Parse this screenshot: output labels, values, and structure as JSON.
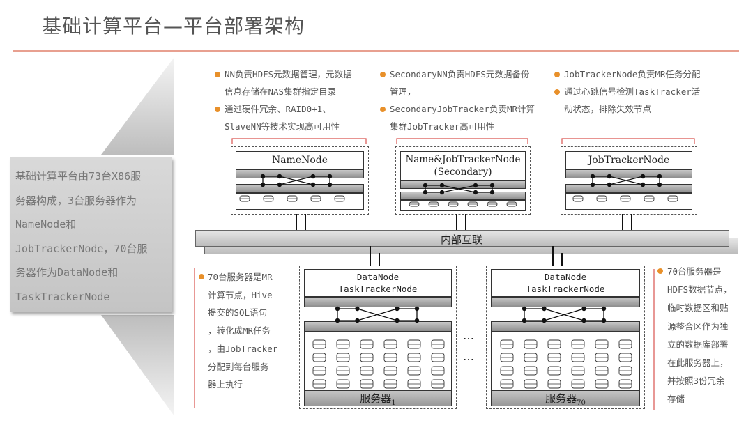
{
  "title": "基础计算平台—平台部署架构",
  "side_text": "基础计算平台由73台X86服\n务器构成，3台服务器作为\nNameNode和\nJobTrackerNode，70台服\n务器作为DataNode和\nTaskTrackerNode",
  "notes": {
    "nn": [
      "NN负责HDFS元数据管理，元数据\n信息存储在NAS集群指定目录",
      "通过硬件冗余、RAID0+1、\nSlaveNN等技术实现高可用性"
    ],
    "sec": [
      "SecondaryNN负责HDFS元数据备份\n管理，",
      "SecondaryJobTracker负责MR计算\n集群JobTracker高可用性"
    ],
    "jt": [
      "JobTrackerNode负责MR任务分配",
      "通过心跳信号检测TaskTracker活\n动状态，排除失效节点"
    ],
    "left": "70台服务器是MR\n计算节点，Hive\n提交的SQL语句\n，转化成MR任务\n，由JobTracker\n分配到每台服务\n器上执行",
    "right": "70台服务器是\nHDFS数据节点，\n临时数据区和贴\n源整合区作为独\n立的数据库部署\n在此服务器上，\n并按照3份冗余\n存储"
  },
  "nodes": {
    "namenode": "NameNode",
    "secondary": "Name&JobTrackerNode\n(Secondary)",
    "jobtracker": "JobTrackerNode"
  },
  "interconnect": "内部互联",
  "datanode": {
    "line1": "DataNode",
    "line2": "TaskTrackerNode",
    "server_label": "服务器",
    "server1_sub": "1",
    "server70_sub": "70"
  },
  "ellipsis": "…",
  "colors": {
    "accent": "#e8902a",
    "rule": "#e8a090",
    "bracket": "#d9534f"
  }
}
